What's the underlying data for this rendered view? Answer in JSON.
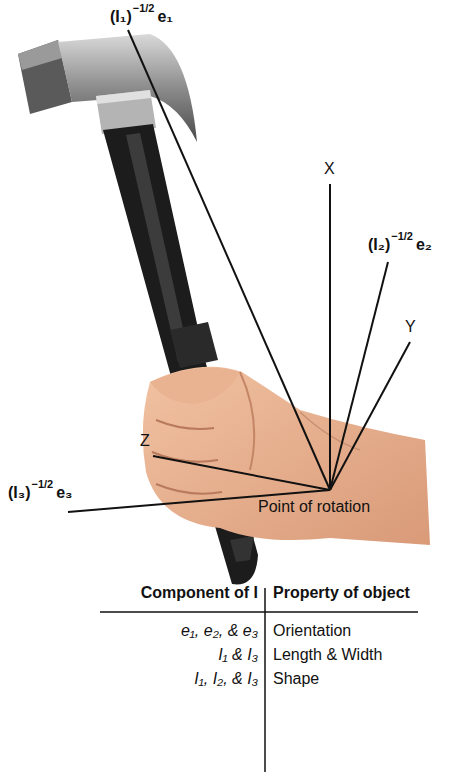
{
  "diagram": {
    "labels": [
      "(I₁)",
      "−1/2",
      "e₁",
      "X",
      "(I₂)",
      "−1/2",
      "e₂",
      "Y",
      "Z",
      "(I₃)",
      "−1/2",
      "e₃",
      "Point of rotation",
      "Component of I",
      "Property of object",
      "e₁, e₂, & e₃",
      "Orientation",
      "I₁ & I₃",
      "Length & Width",
      "I₁, I₂, & I₃",
      "Shape"
    ]
  }
}
